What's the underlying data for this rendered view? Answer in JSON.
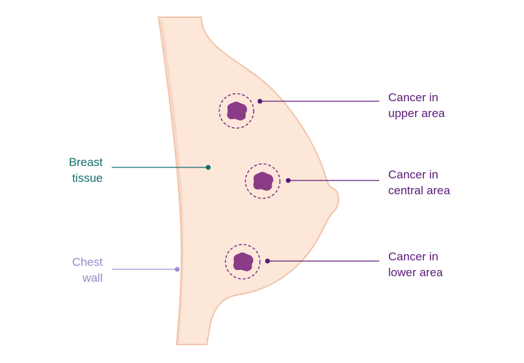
{
  "labels": {
    "breast_tissue": [
      "Breast",
      "tissue"
    ],
    "chest_wall": [
      "Chest",
      "wall"
    ],
    "upper": [
      "Cancer in",
      "upper area"
    ],
    "central": [
      "Cancer in",
      "central area"
    ],
    "lower": [
      "Cancer in",
      "lower area"
    ]
  },
  "colors": {
    "skin_fill": "#fce7d9",
    "skin_outline": "#f0c3a9",
    "tumor": "#8a3b86",
    "tumor_ring": "#5b1a78",
    "leader_purple": "#5b1a78",
    "leader_teal": "#0f6e6a",
    "leader_lavender": "#a08ccc"
  }
}
